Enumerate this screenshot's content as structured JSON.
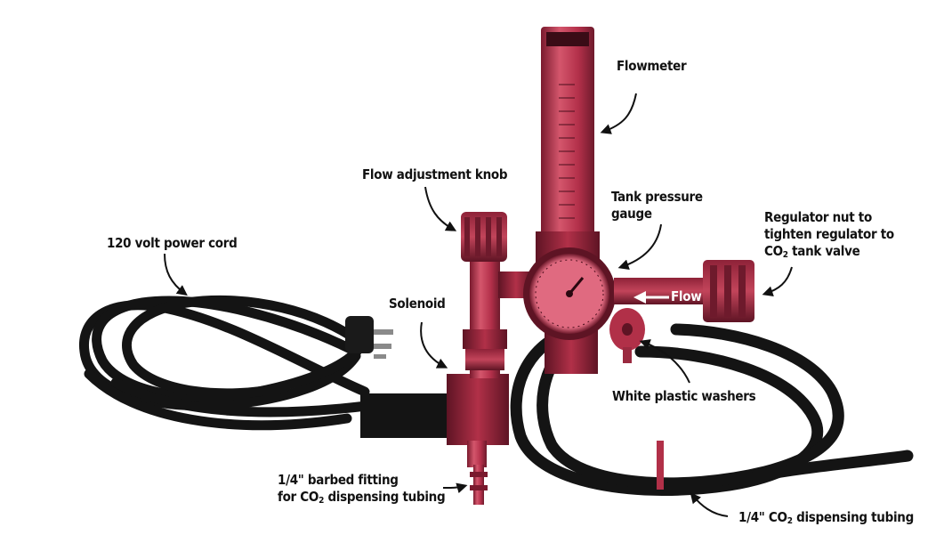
{
  "colors": {
    "regulator": "#b13048",
    "regulator_dark": "#6e1a2c",
    "tubing": "#141414",
    "label_text": "#111111",
    "background": "#ffffff"
  },
  "icons": [
    "arrow-icon"
  ],
  "labels": {
    "flowmeter": "Flowmeter",
    "flow_adjustment_knob": "Flow adjustment knob",
    "tank_pressure_gauge_line1": "Tank pressure",
    "tank_pressure_gauge_line2": "gauge",
    "regulator_nut_line1": "Regulator nut to",
    "regulator_nut_line2": "tighten regulator to",
    "regulator_nut_line3_prefix": "CO",
    "regulator_nut_line3_sub": "2",
    "regulator_nut_line3_suffix": " tank valve",
    "power_cord": "120 volt power cord",
    "solenoid": "Solenoid",
    "flow": "Flow",
    "white_washers": "White plastic washers",
    "barbed_fitting_line1": "1/4\" barbed fitting",
    "barbed_fitting_line2_prefix": "for CO",
    "barbed_fitting_line2_sub": "2",
    "barbed_fitting_line2_suffix": " dispensing tubing",
    "dispensing_tubing_prefix": "1/4\" CO",
    "dispensing_tubing_sub": "2",
    "dispensing_tubing_suffix": " dispensing tubing"
  }
}
